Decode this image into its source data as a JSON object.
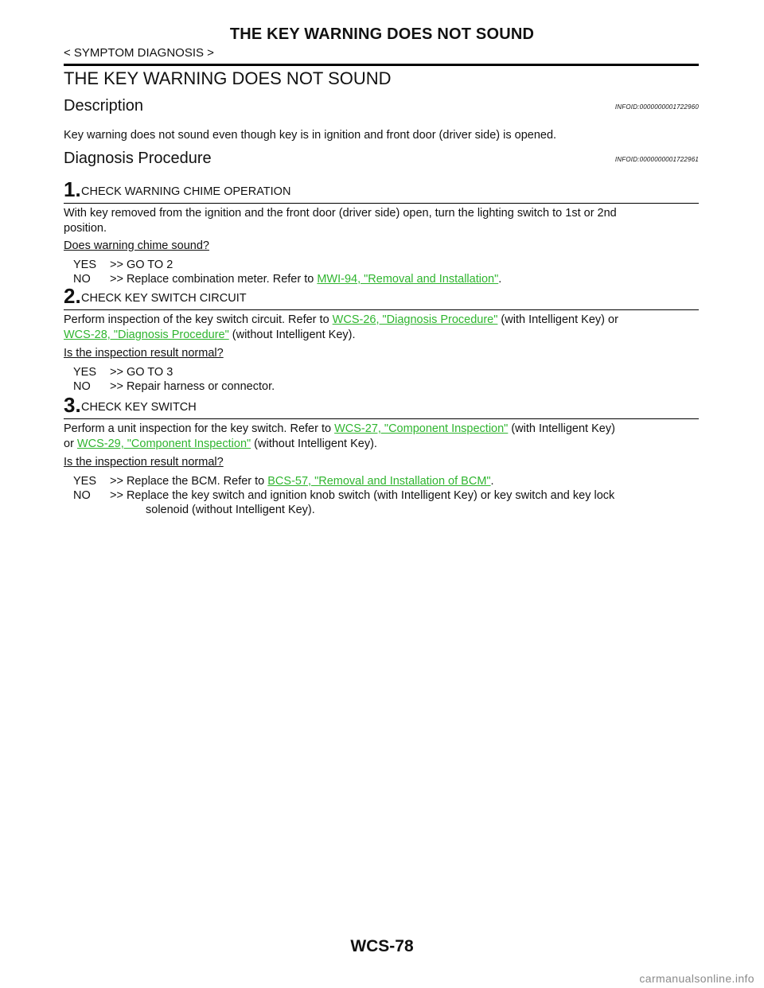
{
  "header": {
    "title": "THE KEY WARNING DOES NOT SOUND",
    "breadcrumb": "< SYMPTOM DIAGNOSIS >"
  },
  "main_title": "THE KEY WARNING DOES NOT SOUND",
  "description": {
    "title": "Description",
    "infoid": "INFOID:0000000001722960",
    "text": "Key warning does not sound even though key is in ignition and front door (driver side) is opened."
  },
  "procedure": {
    "title": "Diagnosis Procedure",
    "infoid": "INFOID:0000000001722961"
  },
  "steps": [
    {
      "number": "1",
      "title": "CHECK WARNING CHIME OPERATION",
      "text_line1": "With key removed from the ignition and the front door (driver side) open, turn the lighting switch to 1st or 2nd",
      "text_line2": "position.",
      "question": "Does warning chime sound?",
      "yes_key": "YES",
      "yes_text": ">> GO TO 2",
      "no_key": "NO",
      "no_text": ">> Replace combination meter. Refer to ",
      "no_link": "MWI-94, \"Removal and Installation\"",
      "no_after": "."
    },
    {
      "number": "2",
      "title": "CHECK KEY SWITCH CIRCUIT",
      "text_pre": "Perform inspection of the key switch circuit. Refer to ",
      "link1": "WCS-26, \"Diagnosis  Procedure\"",
      "text_mid": " (with Intelligent Key) or",
      "link2": "WCS-28, \"Diagnosis  Procedure\"",
      "text_post": " (without Intelligent Key).",
      "question": "Is the inspection result normal?",
      "yes_key": "YES",
      "yes_text": ">> GO TO 3",
      "no_key": "NO",
      "no_text": ">> Repair harness or connector."
    },
    {
      "number": "3",
      "title": "CHECK KEY SWITCH",
      "text_pre": "Perform a unit inspection for the key switch. Refer to ",
      "link1": "WCS-27, \"Component Inspection\"",
      "text_mid": " (with Intelligent Key)",
      "text_or": "or ",
      "link2": "WCS-29, \"Component Inspection\"",
      "text_post": " (without Intelligent Key).",
      "question": "Is the inspection result normal?",
      "yes_key": "YES",
      "yes_text": ">> Replace the BCM. Refer to ",
      "yes_link": "BCS-57, \"Removal and Installation of BCM\"",
      "yes_after": ".",
      "no_key": "NO",
      "no_text": ">> Replace the key switch and ignition knob switch (with Intelligent Key) or key switch and key lock",
      "no_cont": "solenoid (without Intelligent Key)."
    }
  ],
  "footer": {
    "page_code": "WCS-78",
    "watermark": "carmanualsonline.info"
  }
}
